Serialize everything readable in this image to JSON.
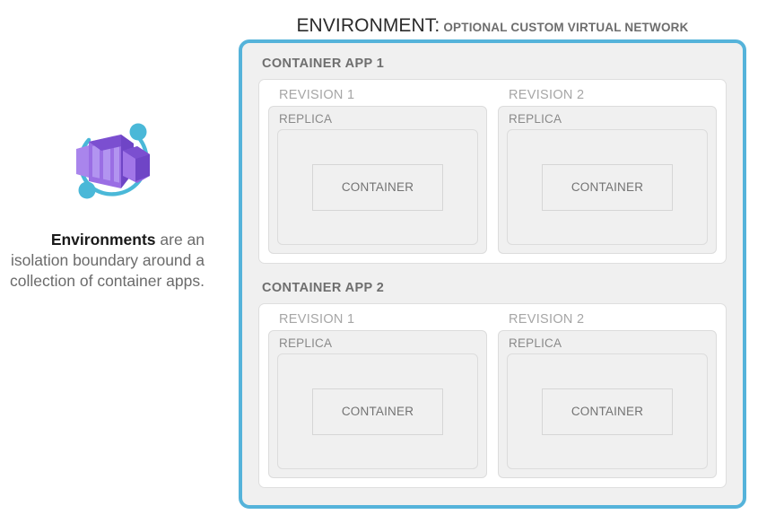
{
  "header": {
    "title_main": "ENVIRONMENT:",
    "title_sub": "OPTIONAL CUSTOM VIRTUAL NETWORK"
  },
  "caption": {
    "bold_lead": "Environments",
    "rest": " are an isolation boundary around a collection of container apps."
  },
  "icon": {
    "name": "azure-container-apps-icon",
    "purple_light": "#a679e8",
    "purple_mid": "#8c5fd9",
    "purple_dark": "#7b4fd0",
    "cyan": "#4ab8d8"
  },
  "colors": {
    "environment_border": "#55b3da",
    "environment_fill": "#f0f0f0",
    "app_fill": "#ffffff",
    "box_border": "#dcdcdc",
    "label_dark": "#6e6e6e",
    "label_light": "#a6a6a6",
    "text_gray": "#737373"
  },
  "apps": [
    {
      "label": "CONTAINER APP 1",
      "revisions": [
        {
          "label": "REVISION 1",
          "replica_label": "REPLICA",
          "container_label": "CONTAINER"
        },
        {
          "label": "REVISION 2",
          "replica_label": "REPLICA",
          "container_label": "CONTAINER"
        }
      ]
    },
    {
      "label": "CONTAINER APP 2",
      "revisions": [
        {
          "label": "REVISION 1",
          "replica_label": "REPLICA",
          "container_label": "CONTAINER"
        },
        {
          "label": "REVISION 2",
          "replica_label": "REPLICA",
          "container_label": "CONTAINER"
        }
      ]
    }
  ]
}
